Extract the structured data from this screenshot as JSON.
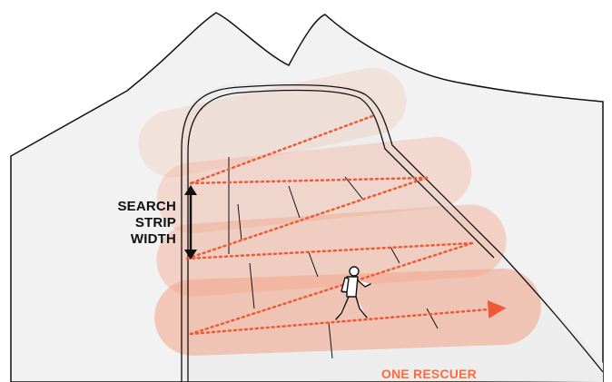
{
  "labels": {
    "search_strip_width": [
      "SEARCH",
      "STRIP",
      "WIDTH"
    ],
    "one_rescuer": "ONE RESCUER"
  },
  "colors": {
    "line": "#111111",
    "strip_fill": "#f3a78c",
    "path_dotted": "#ee5a36",
    "accent_text": "#ff6a3d"
  },
  "icons": {
    "hiker": "hiker-icon",
    "arrow": "double-headed-arrow-icon"
  }
}
